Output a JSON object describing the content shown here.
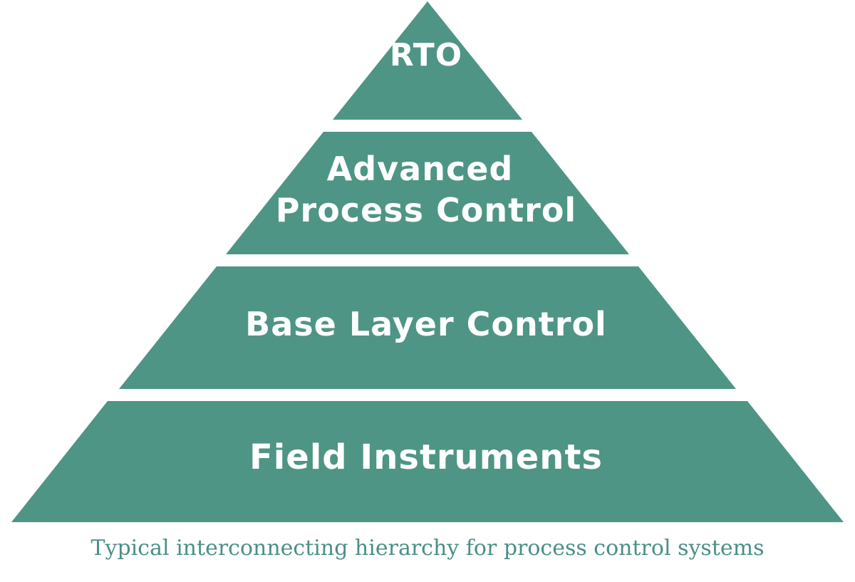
{
  "colors": {
    "tier_fill": "#4e9585",
    "tier_text": "#ffffff",
    "caption_text": "#4a8f89",
    "background": "#ffffff"
  },
  "pyramid": {
    "tiers": [
      {
        "id": "rto",
        "lines": [
          "RTO"
        ]
      },
      {
        "id": "apc",
        "lines": [
          "Advanced",
          "Process Control"
        ]
      },
      {
        "id": "base",
        "lines": [
          "Base Layer Control"
        ]
      },
      {
        "id": "field",
        "lines": [
          "Field Instruments"
        ]
      }
    ]
  },
  "caption": "Typical interconnecting hierarchy for process control systems"
}
